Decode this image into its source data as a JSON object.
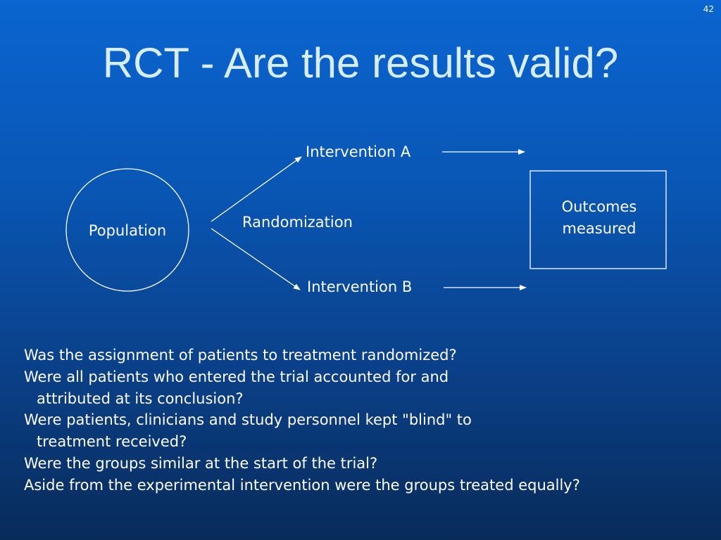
{
  "slide": {
    "number": "42",
    "title": "RCT - Are the results valid?"
  },
  "diagram": {
    "population": "Population",
    "randomization": "Randomization",
    "intervention_a": "Intervention A",
    "intervention_b": "Intervention B",
    "outcomes_line1": "Outcomes",
    "outcomes_line2": "measured"
  },
  "questions": [
    {
      "line1": "Was the assignment of patients to treatment randomized?",
      "line2": ""
    },
    {
      "line1": "Were all patients who entered the trial accounted for and",
      "line2": "attributed at its conclusion?"
    },
    {
      "line1": "Were patients, clinicians and study personnel kept \"blind\" to",
      "line2": "treatment received?"
    },
    {
      "line1": "Were the groups similar at the start of the trial?",
      "line2": ""
    },
    {
      "line1": "Aside from the experimental intervention were the groups treated equally?",
      "line2": ""
    }
  ],
  "colors": {
    "title": "#d6ecff",
    "text": "#ffffff",
    "background_top": "#0a65d0",
    "background_bottom": "#082b5a"
  }
}
